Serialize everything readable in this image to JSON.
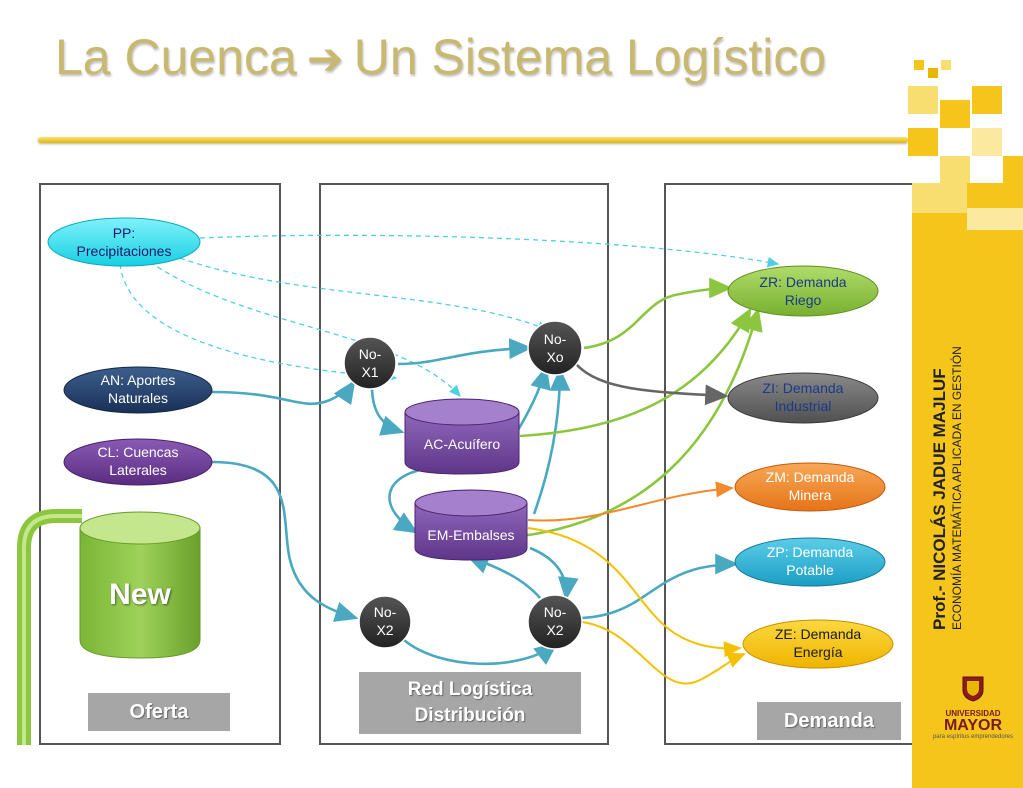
{
  "title": {
    "left": "La Cuenca",
    "arrow": "➔",
    "right": "Un Sistema Logístico"
  },
  "panels": {
    "oferta": "Oferta",
    "red_line1": "Red Logística",
    "red_line2": "Distribución",
    "demanda": "Demanda"
  },
  "sidebar": {
    "prof": "Prof.- NICOLÁS JADUE MAJLUF",
    "econ": "ECONOMÍA MATEMÁTICA APLICADA EN GESTIÓN"
  },
  "logo": {
    "university": "UNIVERSIDAD",
    "mayor": "MAYOR",
    "tagline": "para espíritus emprendedores"
  },
  "new_label": "New",
  "nodes": {
    "pp": [
      "PP:",
      "Precipitaciones"
    ],
    "an": [
      "AN: Aportes",
      "Naturales"
    ],
    "cl": [
      "CL: Cuencas",
      "Laterales"
    ],
    "nox1": [
      "No-",
      "X1"
    ],
    "noxo": [
      "No-",
      "Xo"
    ],
    "nox2a": [
      "No-",
      "X2"
    ],
    "nox2b": [
      "No-",
      "X2"
    ],
    "ac": "AC-Acuífero",
    "em": "EM-Embalses",
    "zr": [
      "ZR: Demanda",
      "Riego"
    ],
    "zi": [
      "ZI: Demanda",
      "Industrial"
    ],
    "zm": [
      "ZM: Demanda",
      "Minera"
    ],
    "zp": [
      "ZP: Demanda",
      "Potable"
    ],
    "ze": [
      "ZE: Demanda",
      "Energía"
    ]
  },
  "colors": {
    "title": "#c8b870",
    "accent_yellow": "#f5c51c",
    "pp": "#22e0f0",
    "an": "#1f3b63",
    "cl": "#6b3a93",
    "node_dark": "#333333",
    "cylinder": "#7b4aa6",
    "riego": "#8cc63f",
    "industrial": "#666666",
    "minera": "#f08a2a",
    "potable": "#2bb5d8",
    "energia": "#f5c000",
    "flow_teal": "#4aa8c0",
    "new_green": "#8cc63f"
  }
}
